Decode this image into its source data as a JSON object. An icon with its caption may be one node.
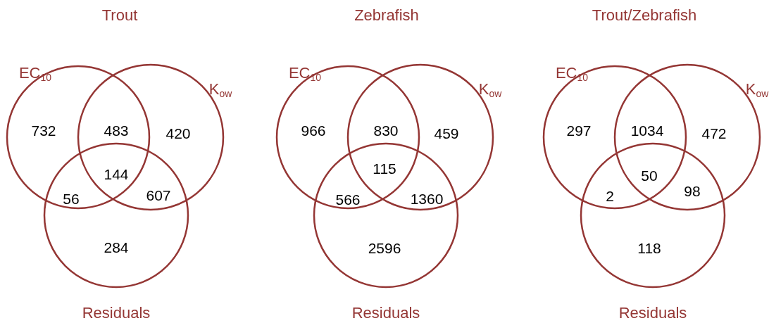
{
  "diagram": {
    "nodes": [
      {
        "text": [
          "EC$_{10}$"
        ]
      },
      {
        "text": [
          "K$_{ow}$"
        ]
      },
      {
        "text": [
          "Residuals"
        ]
      },
      {
        "text": [
          "EC$_{10}$"
        ]
      },
      {
        "text": [
          "K$_{ow}$"
        ]
      },
      {
        "text": [
          "Residuals"
        ]
      },
      {
        "text": [
          "EC$_{10}$"
        ]
      },
      {
        "text": [
          "K$_{ow}$"
        ]
      },
      {
        "text": [
          "Residuals"
        ]
      }
    ],
    "edges": [],
    "labels": [
      "Trout",
      "Zebrafish",
      "Trout/Zebrafish",
      "732",
      "483",
      "420",
      "144",
      "56",
      "607",
      "284",
      "966",
      "830",
      "459",
      "115",
      "566",
      "1360",
      "2596",
      "297",
      "1034",
      "472",
      "50",
      "2",
      "98",
      "118"
    ]
  }
}
